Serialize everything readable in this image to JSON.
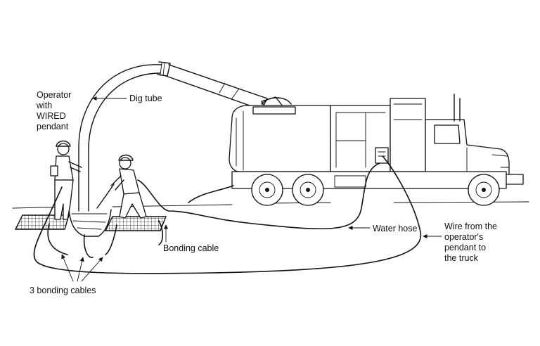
{
  "labels": {
    "operator_pendant": "Operator\nwith\nWIRED\npendant",
    "dig_tube": "Dig tube",
    "bonding_cable": "Bonding cable",
    "water_hose": "Water hose",
    "wire_from_pendant": "Wire from the\noperator's\npendant to\nthe truck",
    "three_bonding_cables": "3 bonding cables"
  },
  "icons": {
    "truck": "vacuum-excavation-truck-icon",
    "operator": "worker-with-pendant-icon",
    "hose_worker": "worker-with-water-wand-icon",
    "mats": "equipotential-grounding-mat-icon"
  }
}
